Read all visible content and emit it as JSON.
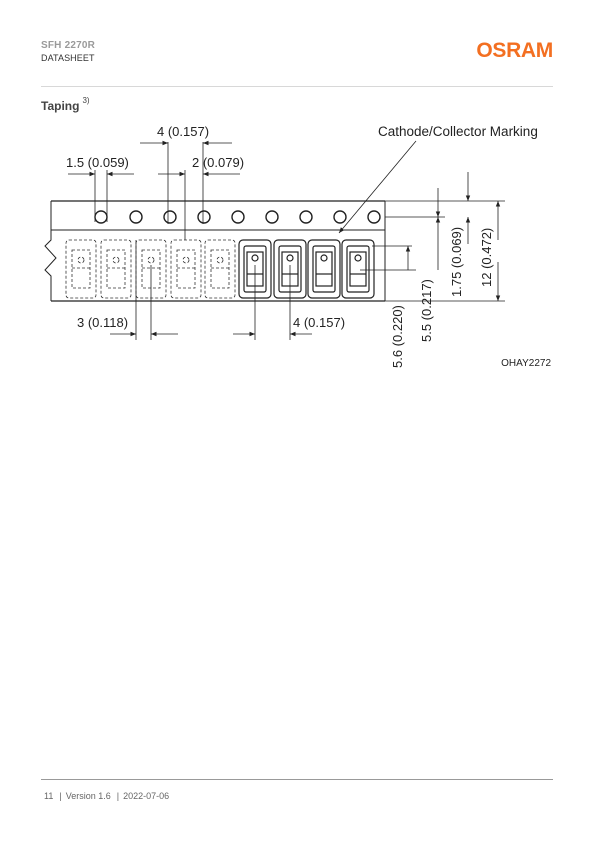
{
  "header": {
    "product": "SFH 2270R",
    "doc_type": "DATASHEET",
    "logo_text": "OSRAM",
    "brand_color": "#f36f21"
  },
  "section": {
    "title": "Taping",
    "footnote": "3)"
  },
  "drawing": {
    "dimensions": {
      "pitch_4": "4 (0.157)",
      "hole_1_5": "1.5 (0.059)",
      "d_2": "2 (0.079)",
      "cav_3": "3 (0.118)",
      "pitch_4_bottom": "4 (0.157)",
      "d_5_6": "5.6 (0.220)",
      "d_5_5": "5.5 (0.217)",
      "d_1_75": "1.75 (0.069)",
      "d_12": "12 (0.472)"
    },
    "marking_label": "Cathode/Collector Marking",
    "figure_id": "OHAY2272"
  },
  "footer": {
    "page": "11",
    "version": "Version 1.6",
    "date": "2022-07-06"
  }
}
